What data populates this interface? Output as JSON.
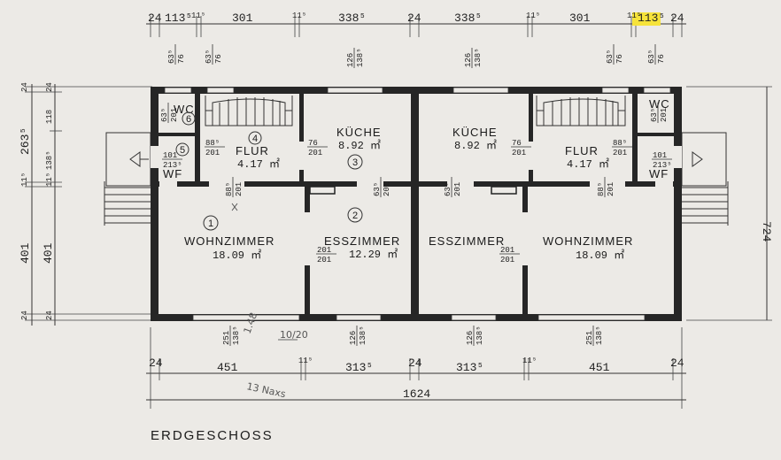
{
  "title": "ERDGESCHOSS",
  "dims_top": [
    "24",
    "113⁵",
    "11⁵",
    "301",
    "11⁵",
    "338⁵",
    "24",
    "338⁵",
    "11⁵",
    "301",
    "11⁵",
    "113⁵",
    "24"
  ],
  "dims_bottom": [
    "24",
    "451",
    "11⁵",
    "313⁵",
    "24",
    "313⁵",
    "11⁵",
    "451",
    "24"
  ],
  "dim_total": "1624",
  "dims_left_outer": [
    "24",
    "263⁵",
    "11⁵",
    "401",
    "24"
  ],
  "dims_left_inner": [
    "24",
    "118",
    "138⁵",
    "11⁵",
    "401",
    "24"
  ],
  "dim_right": "724",
  "rooms": {
    "r1": {
      "name": "WOHNZIMMER",
      "area": "18.09 ㎡",
      "num": "1"
    },
    "r2": {
      "name": "ESSZIMMER",
      "area": "12.29 ㎡",
      "num": "2"
    },
    "r3": {
      "name": "KÜCHE",
      "area": "8.92 ㎡",
      "num": "3"
    },
    "r4": {
      "name": "FLUR",
      "area": "4.17 ㎡",
      "num": "4"
    },
    "r5": {
      "name": "KÜCHE",
      "area": "8.92 ㎡"
    },
    "r6": {
      "name": "FLUR",
      "area": "4.17 ㎡"
    },
    "r7": {
      "name": "ESSZIMMER"
    },
    "r8": {
      "name": "WOHNZIMMER",
      "area": "18.09 ㎡"
    },
    "wc_left": {
      "name": "WC",
      "num": "6"
    },
    "wf_left": {
      "name": "WF",
      "num": "5"
    },
    "wc_right": {
      "name": "WC"
    },
    "wf_right": {
      "name": "WF"
    }
  },
  "openings": {
    "o_wc_top_l": [
      "63⁵",
      "76"
    ],
    "o_flur_top_l": [
      "63⁵",
      "76"
    ],
    "o_kueche_top_l": [
      "126",
      "138⁵"
    ],
    "o_kueche_top_r": [
      "126",
      "138⁵"
    ],
    "o_flur_top_r": [
      "63⁵",
      "76"
    ],
    "o_wc_top_r": [
      "63⁵",
      "76"
    ],
    "o_wc_door_l": [
      "63⁵",
      "201"
    ],
    "o_wf_door_l": [
      "101",
      "213⁵"
    ],
    "o_flur_door_l": [
      "88⁵",
      "201"
    ],
    "o_kueche_door_l": [
      "76",
      "201"
    ],
    "o_wohn_door_l": [
      "88⁵",
      "201"
    ],
    "o_ess_door_l": [
      "63⁵",
      "201"
    ],
    "o_ess_wohn_l": [
      "201",
      "201"
    ],
    "o_ess_door_r": [
      "63⁵",
      "201"
    ],
    "o_ess_wohn_r": [
      "201",
      "201"
    ],
    "o_kueche_door_r": [
      "76",
      "201"
    ],
    "o_flur_door_r": [
      "88⁵",
      "201"
    ],
    "o_wc_door_r": [
      "63⁵",
      "201"
    ],
    "o_wf_door_r": [
      "101",
      "213⁵"
    ],
    "o_wohn_door_r": [
      "88⁵",
      "201"
    ],
    "o_bot_wohn_l": [
      "251",
      "138⁵"
    ],
    "o_bot_ess_l": [
      "126",
      "138⁵"
    ],
    "o_bot_ess_r": [
      "126",
      "138⁵"
    ],
    "o_bot_wohn_r": [
      "251",
      "138⁵"
    ]
  },
  "notes": {
    "pen1": "1.48",
    "pen2": "10/20",
    "pen3": "13 Naxs"
  }
}
